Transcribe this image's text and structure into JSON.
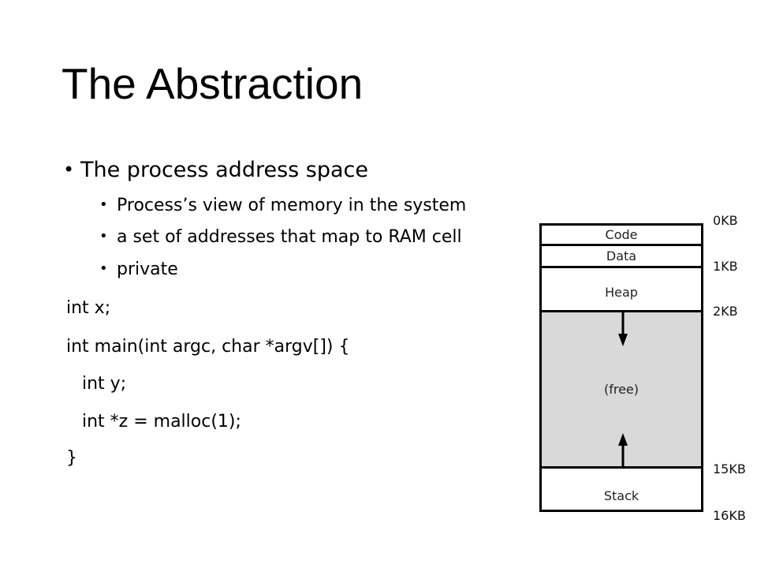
{
  "slide": {
    "title": "The Abstraction",
    "bullet": "The process address space",
    "sub_bullets": [
      "Process’s view of memory in the system",
      "a set of addresses that map to RAM cell",
      "private"
    ],
    "code_lines": [
      "int x;",
      "int main(int argc, char *argv[]) {",
      "int y;",
      "int *z = malloc(1);",
      "}"
    ]
  },
  "memory": {
    "segments": [
      "Code",
      "Data",
      "Heap",
      "(free)",
      "Stack"
    ],
    "addresses": [
      "0KB",
      "1KB",
      "2KB",
      "15KB",
      "16KB"
    ],
    "free_color": "#d9d9d9"
  }
}
